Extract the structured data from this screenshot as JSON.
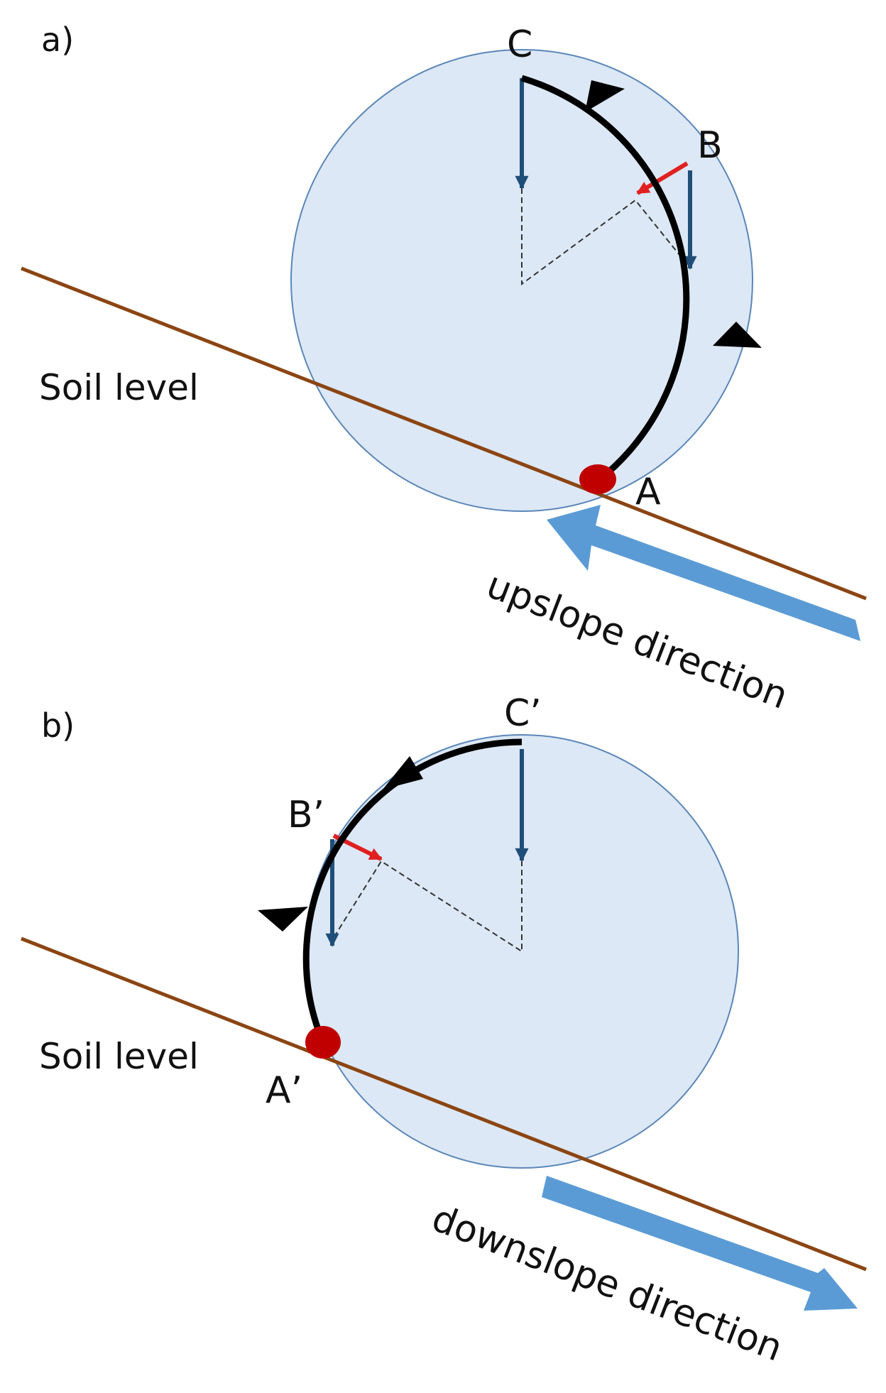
{
  "panels": {
    "a": {
      "panel_label": "a)",
      "soil_label": "Soil level",
      "direction_label": "upslope direction",
      "points": {
        "A": "A",
        "B": "B",
        "C": "C"
      }
    },
    "b": {
      "panel_label": "b)",
      "soil_label": "Soil level",
      "direction_label": "downslope direction",
      "points": {
        "A": "A’",
        "B": "B’",
        "C": "C’"
      }
    }
  },
  "colors": {
    "circle_fill": "#dce8f5",
    "circle_stroke": "#5b86b8",
    "soil_line": "#8b4513",
    "path": "#000000",
    "contact_point": "#c00000",
    "gravity_arrow": "#1f4e79",
    "normal_arrow": "#e02020",
    "direction_arrow": "#5b9bd5",
    "dashed": "#333333"
  }
}
